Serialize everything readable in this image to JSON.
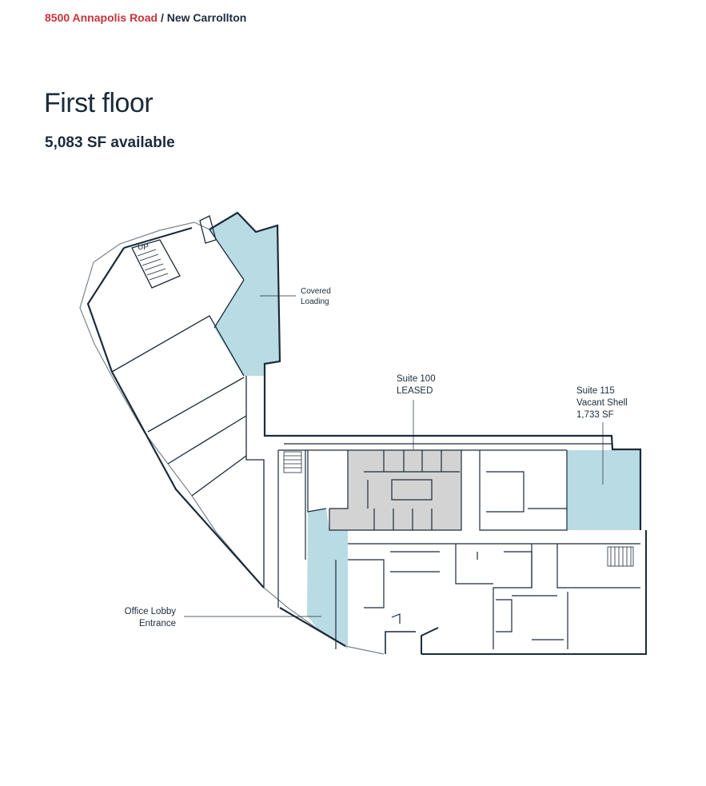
{
  "header": {
    "address": "8500 Annapolis Road",
    "separator": " / ",
    "city": "New Carrollton"
  },
  "title": "First floor",
  "subtitle": "5,083 SF available",
  "labels": {
    "covered_loading_1": "Covered",
    "covered_loading_2": "Loading",
    "suite100_1": "Suite 100",
    "suite100_2": "LEASED",
    "suite115_1": "Suite 115",
    "suite115_2": "Vacant Shell",
    "suite115_3": "1,733 SF",
    "lobby_1": "Office Lobby",
    "lobby_2": "Entrance",
    "stair_up": "UP"
  },
  "colors": {
    "available": "#b9dbe4",
    "leased": "#d3d3d3",
    "wall": "#1b2b3a",
    "accent": "#c8333a"
  }
}
